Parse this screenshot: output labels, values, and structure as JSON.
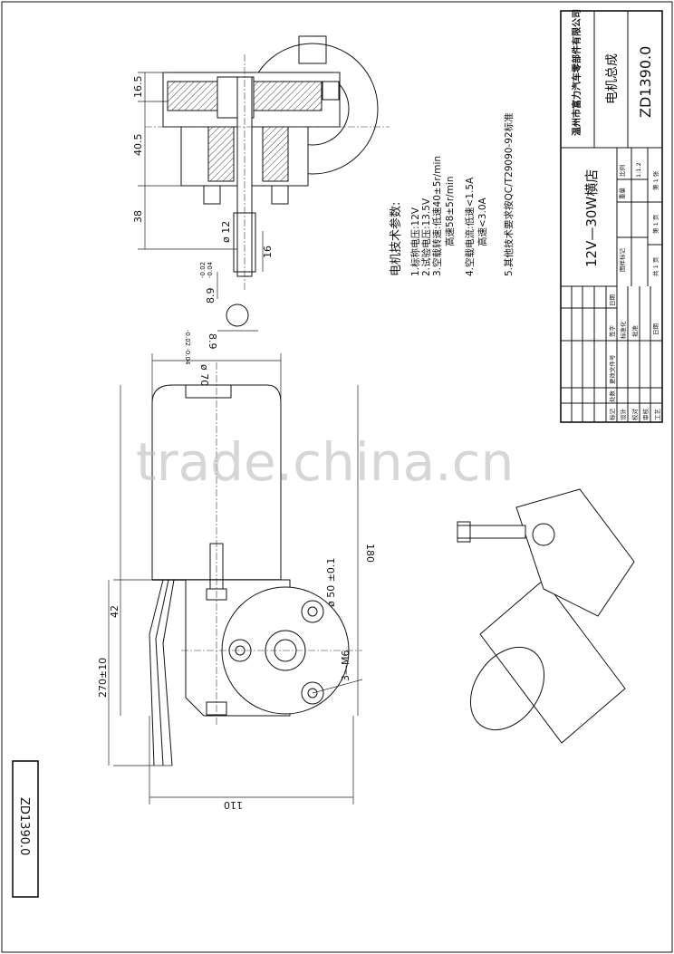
{
  "drawing_number": "ZD1390.0",
  "title_block": {
    "company": "温州市富力汽车零部件有限公司",
    "part_name": "电机总成",
    "drawing_number": "ZD1390.0",
    "model": "12V—30W横店",
    "labels": {
      "mark": "标记",
      "count": "处数",
      "change_doc": "更改文件号",
      "signature": "签字",
      "date": "日期",
      "design": "设计",
      "check": "校对",
      "review": "审核",
      "process": "工艺",
      "standardize": "标准化",
      "approve": "批准",
      "date2": "日期",
      "drawing_mark": "图样标记",
      "weight": "重量",
      "scale": "比例",
      "scale_value": "1:1.2",
      "total_pages": "共 1 页",
      "page": "第 1 页",
      "sheet": "第 1 张"
    }
  },
  "specs": {
    "heading": "电机技术参数:",
    "lines": [
      "1.标称电压:12V",
      "2.试验电压:13.5V",
      "3.空载转速:低速40±5r/min",
      "高速58±5r/min",
      "4.空载电流:低速<1.5A",
      "高速<3.0A",
      "5.其他技术要求按QC/T29090-92标准"
    ]
  },
  "dimensions": {
    "d1": "16.5",
    "d2": "40.5",
    "d3": "38",
    "shaft_dia": "ø 12",
    "shaft_len": "16",
    "flat_a": "8.9",
    "flat_a_tol_upper": "-0.02",
    "flat_a_tol_lower": "-0.04",
    "flat_b": "8.9",
    "flat_b_tol": "-0.02 -0.04",
    "motor_dia": "ø 70",
    "total_len": "180",
    "gear_len": "42",
    "wire_len": "270±10",
    "bolt_circle": "ø 50 ±0.1",
    "bolts": "3—M6",
    "width": "110"
  },
  "watermark": "trade.china.cn"
}
